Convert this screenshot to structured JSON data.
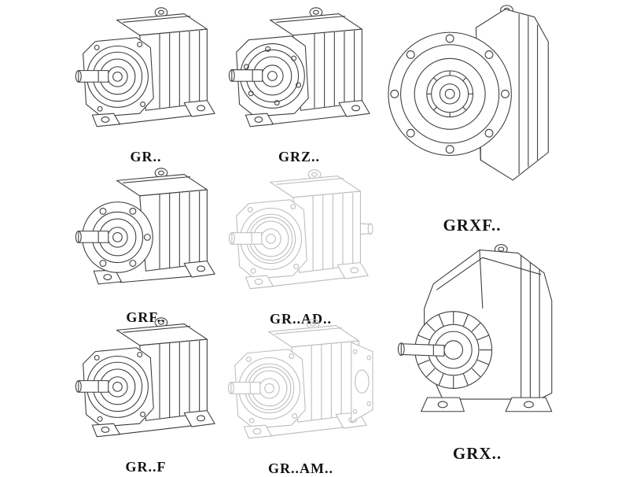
{
  "colors": {
    "line": "#3c3c3c",
    "phantom": "#bcbcbc",
    "background": "#ffffff"
  },
  "models": [
    {
      "label": "GR.."
    },
    {
      "label": "GRZ.."
    },
    {
      "label": "GRXF.."
    },
    {
      "label": "GRF.."
    },
    {
      "label": "GR..AD.."
    },
    {
      "label": "GR..F"
    },
    {
      "label": "GR..AM.."
    },
    {
      "label": "GRX.."
    }
  ]
}
